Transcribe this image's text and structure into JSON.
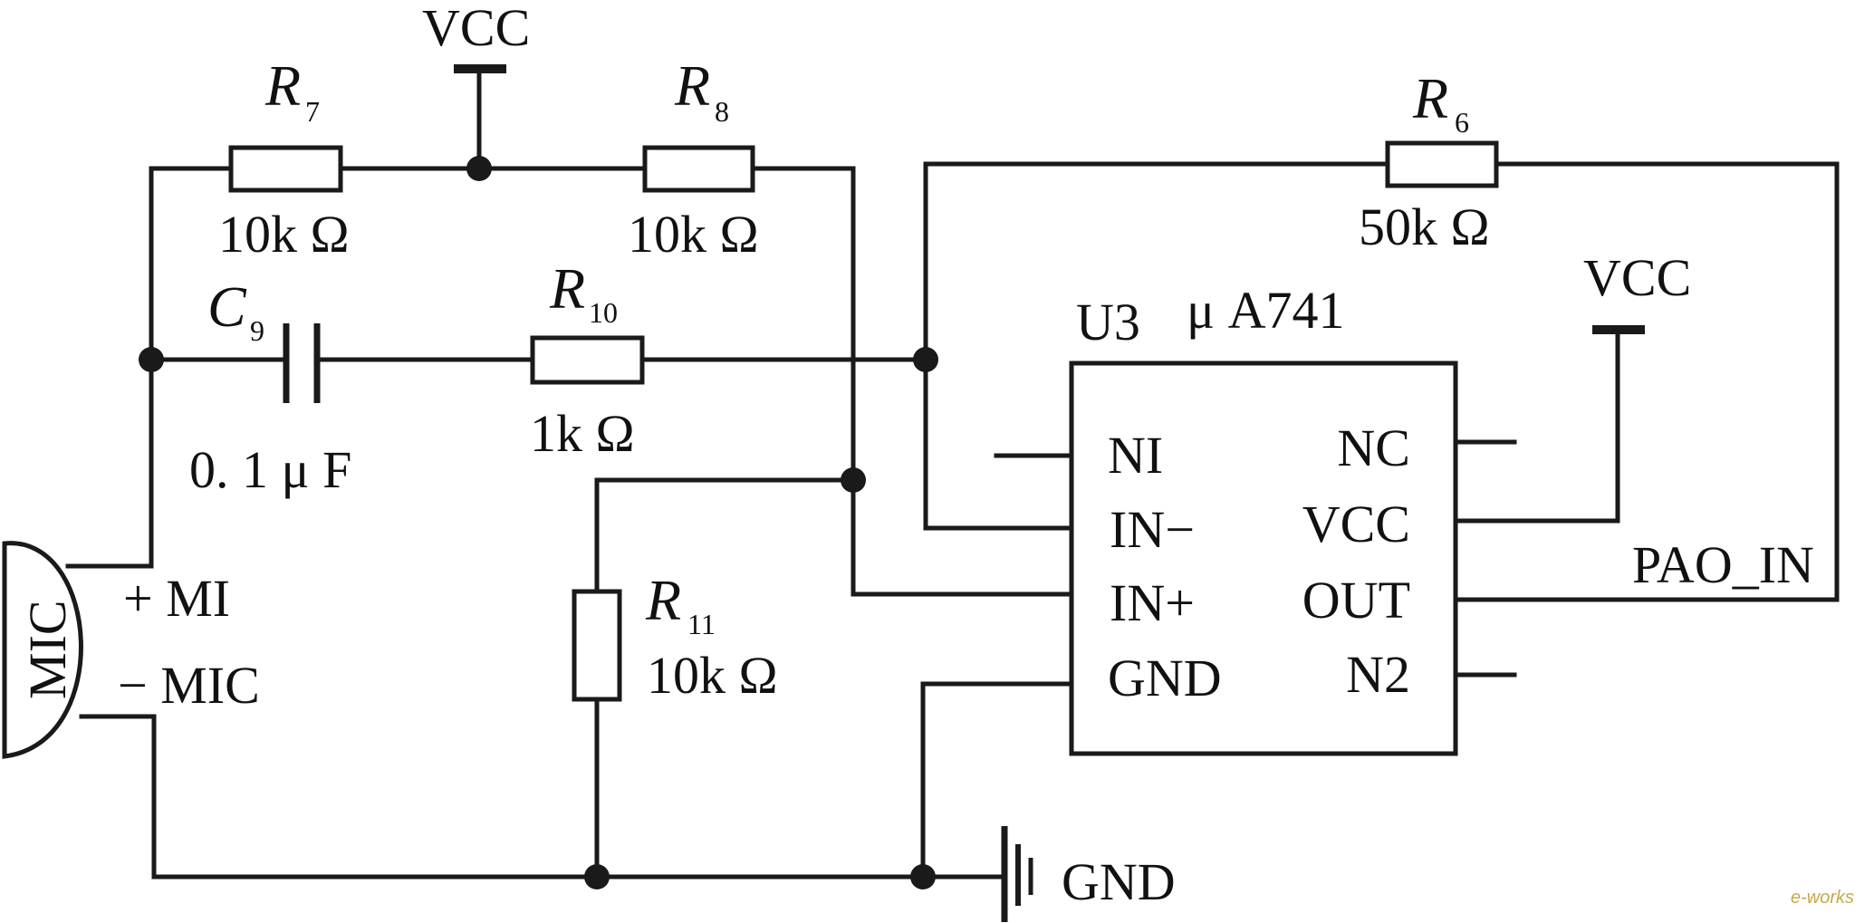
{
  "supply": {
    "vcc_top": "VCC",
    "vcc_right": "VCC",
    "gnd": "GND"
  },
  "resistors": {
    "r7": {
      "sym": "R",
      "sub": "7",
      "value": "10k Ω"
    },
    "r8": {
      "sym": "R",
      "sub": "8",
      "value": "10k Ω"
    },
    "r6": {
      "sym": "R",
      "sub": "6",
      "value": "50k Ω"
    },
    "r10": {
      "sym": "R",
      "sub": "10",
      "value": "1k Ω"
    },
    "r11": {
      "sym": "R",
      "sub": "11",
      "value": "10k Ω"
    }
  },
  "capacitor": {
    "sym": "C",
    "sub": "9",
    "value": "0. 1 μ F"
  },
  "mic": {
    "label": "MIC",
    "plus": "+ MI",
    "minus": "− MIC"
  },
  "opamp": {
    "ref": "U3",
    "part": "μ A741",
    "pins_left": [
      "NI",
      "IN−",
      "IN+",
      "GND"
    ],
    "pins_right": [
      "NC",
      "VCC",
      "OUT",
      "N2"
    ]
  },
  "output_net": "PAO_IN",
  "watermark": "e-works",
  "colors": {
    "wire": "#1a1a1a",
    "background": "#ffffff",
    "watermark": "#c9a84a"
  }
}
